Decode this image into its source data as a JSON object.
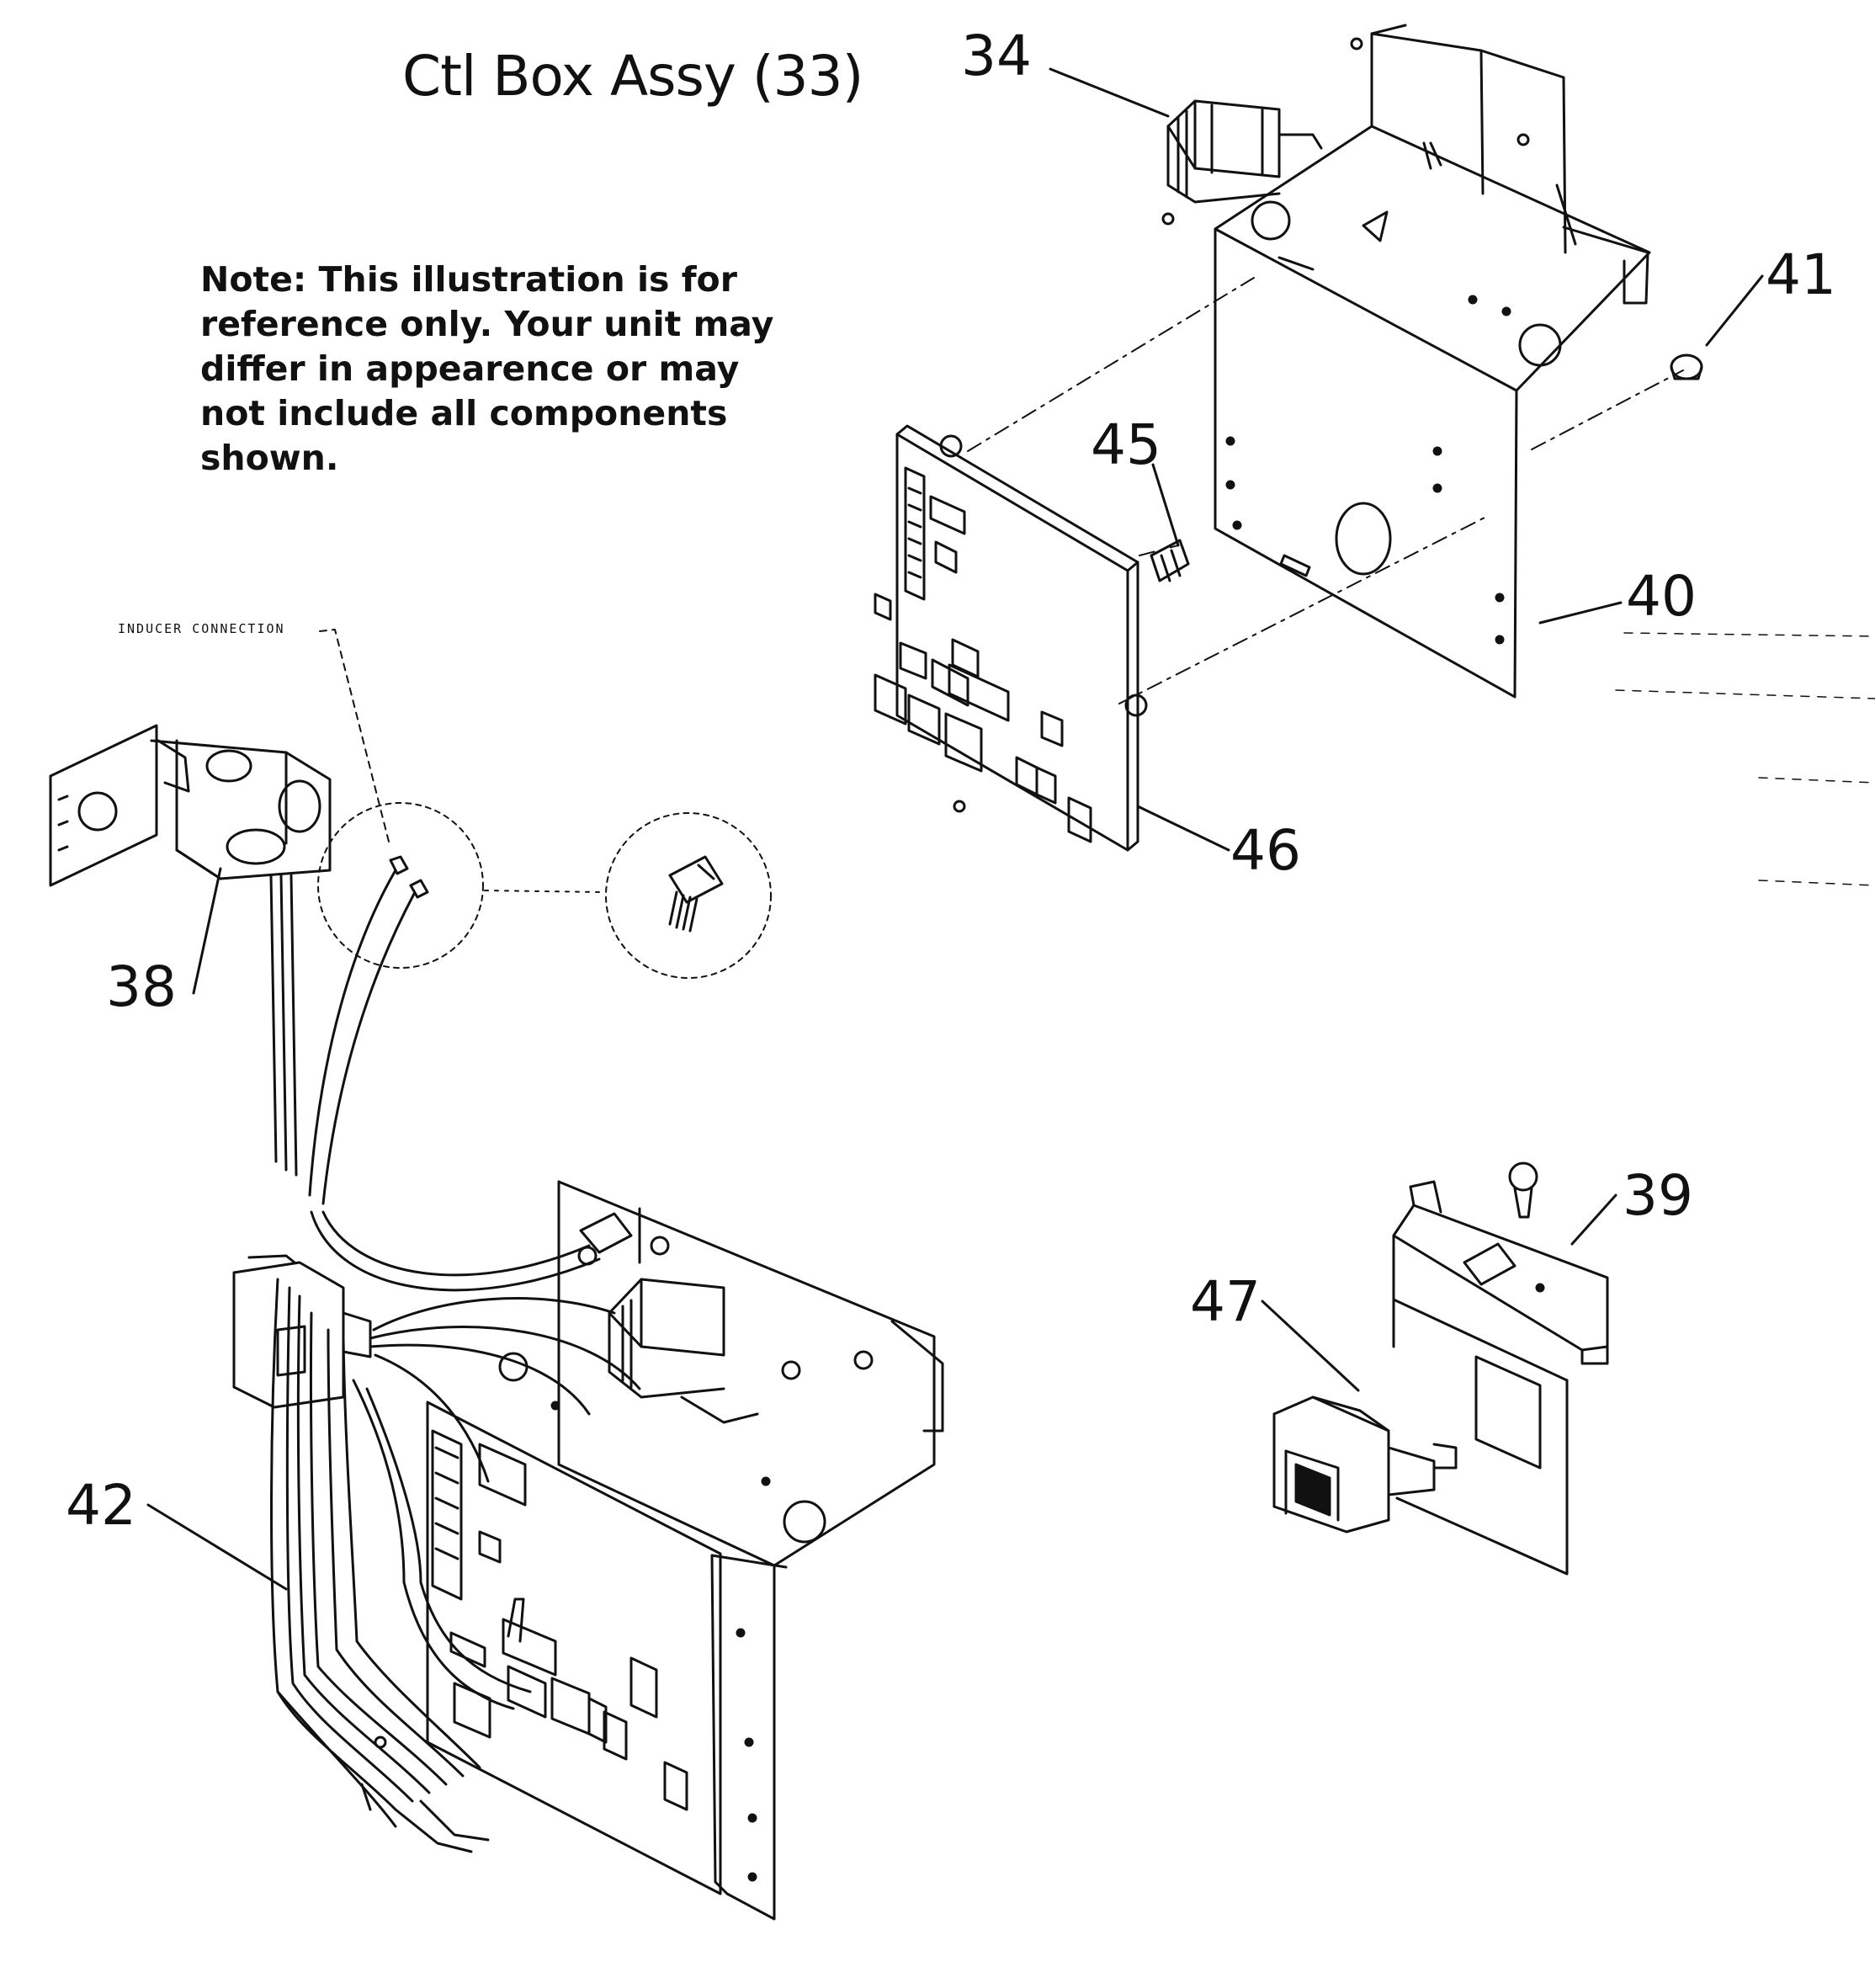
{
  "title": "Ctl Box Assy (33)",
  "note": "Note: This illustration is for reference only. Your unit may differ in appearence or may not include all components shown.",
  "small_label": "INDUCER CONNECTION",
  "callouts": {
    "c34": "34",
    "c41": "41",
    "c45": "45",
    "c40": "40",
    "c46": "46",
    "c38": "38",
    "c42": "42",
    "c39": "39",
    "c47": "47"
  }
}
